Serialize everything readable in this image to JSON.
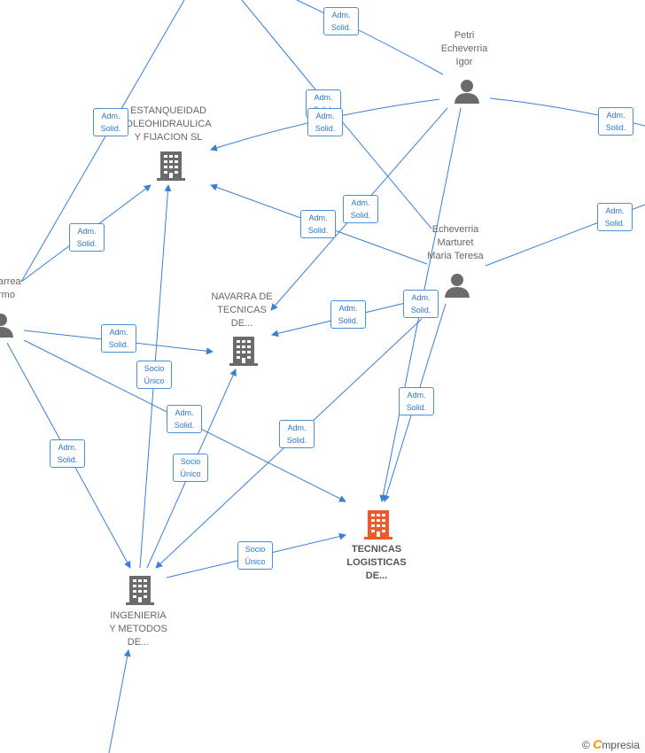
{
  "nodes": {
    "estanqueidad": [
      "ESTANQUEIDAD",
      "OLEOHIDRAULICA",
      "Y FIJACION  SL"
    ],
    "navarra": [
      "NAVARRA DE",
      "TECNICAS",
      "DE..."
    ],
    "tecnicas": [
      "TECNICAS",
      "LOGISTICAS",
      "DE..."
    ],
    "ingenieria": [
      "INGENIERIA",
      "Y METODOS",
      "DE..."
    ],
    "petri": [
      "Petri",
      "Echeverria",
      "Igor"
    ],
    "maria": [
      "Echeverria",
      "Marturet",
      "Maria Teresa"
    ],
    "left_person": [
      "arrea",
      "rmo"
    ]
  },
  "relations": {
    "adm": [
      "Adm.",
      "Solid."
    ],
    "socio": [
      "Socio",
      "Único"
    ]
  },
  "footer": {
    "copyright": "©",
    "brand_e": "C",
    "brand_rest": "mpresia"
  },
  "colors": {
    "edge": "#3a7fd5",
    "box_border": "#4a90d9",
    "building": "#6b6b6b",
    "building_main": "#f05a28",
    "person": "#6b6b6b"
  }
}
